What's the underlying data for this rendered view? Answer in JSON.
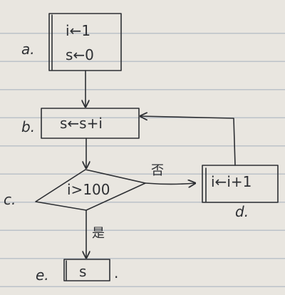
{
  "flowchart": {
    "nodes": [
      {
        "id": "a",
        "label": "a.",
        "shape": "box",
        "lines": [
          "i←1",
          "s←0"
        ]
      },
      {
        "id": "b",
        "label": "b.",
        "shape": "box",
        "lines": [
          "s←s+i"
        ]
      },
      {
        "id": "c",
        "label": "c.",
        "shape": "diamond",
        "lines": [
          "i>100"
        ]
      },
      {
        "id": "d",
        "label": "d.",
        "shape": "box",
        "lines": [
          "i←i+1"
        ]
      },
      {
        "id": "e",
        "label": "e.",
        "shape": "box",
        "lines": [
          "s"
        ]
      }
    ],
    "edges": [
      {
        "from": "a",
        "to": "b",
        "label": ""
      },
      {
        "from": "b",
        "to": "c",
        "label": ""
      },
      {
        "from": "c",
        "to": "d",
        "label": "否"
      },
      {
        "from": "d",
        "to": "b",
        "label": ""
      },
      {
        "from": "c",
        "to": "e",
        "label": "是"
      }
    ],
    "trailing_mark": "."
  },
  "colors": {
    "paper": "#e9e6e0",
    "ruled_line": "#bcc2c9",
    "ink": "#2d2f33"
  }
}
